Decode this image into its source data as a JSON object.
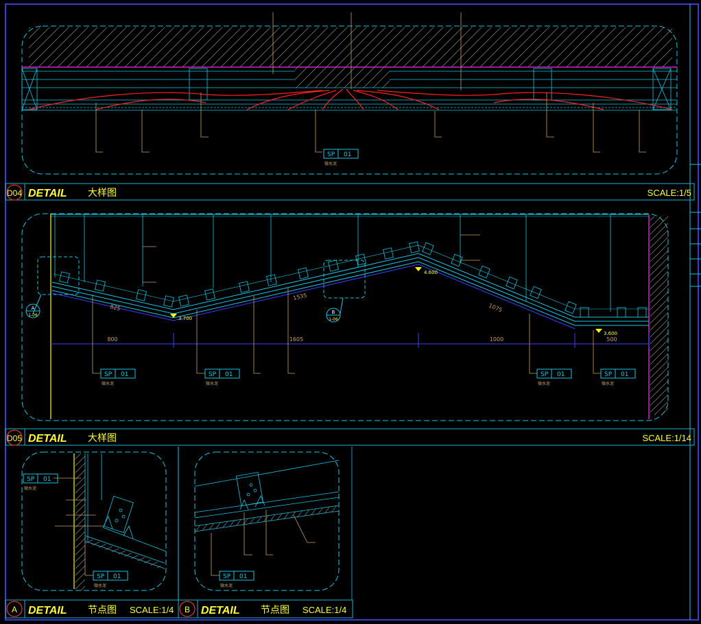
{
  "colors": {
    "background": "#000000",
    "border": "#3b3bd6",
    "frame": "#19c8e6",
    "title_bar": "#1ab4d2",
    "yellow_text": "#ffff33",
    "circle_ring": "#e23030",
    "leader": "#c7a266",
    "red_line": "#ff2020",
    "magenta": "#d21ed2",
    "blue_dim": "#3c3cff",
    "yellow_line": "#ffff00",
    "hatch": "#9a9a9a"
  },
  "panels": {
    "d04": {
      "id": "D04",
      "label": "DETAIL",
      "cn": "大样图",
      "scale": "SCALE:1/5"
    },
    "d05": {
      "id": "D05",
      "label": "DETAIL",
      "cn": "大样图",
      "scale": "SCALE:1/14"
    },
    "a": {
      "id": "A",
      "label": "DETAIL",
      "cn": "节点图",
      "scale": "SCALE:1/4"
    },
    "b": {
      "id": "B",
      "label": "DETAIL",
      "cn": "节点图",
      "scale": "SCALE:1/4"
    }
  },
  "tags": {
    "sp01": {
      "code": "SP",
      "num": "01",
      "desc": "微水泥"
    }
  },
  "d05": {
    "levels": [
      "3.700",
      "4.600",
      "3.600"
    ],
    "slope_dims": [
      "825",
      "1535",
      "1075"
    ],
    "horiz_dims": [
      "800",
      "1605",
      "1000",
      "500"
    ],
    "callouts": {
      "a": {
        "letter": "A",
        "sub": "1-06"
      },
      "b": {
        "letter": "B",
        "sub": "1-06"
      }
    }
  }
}
